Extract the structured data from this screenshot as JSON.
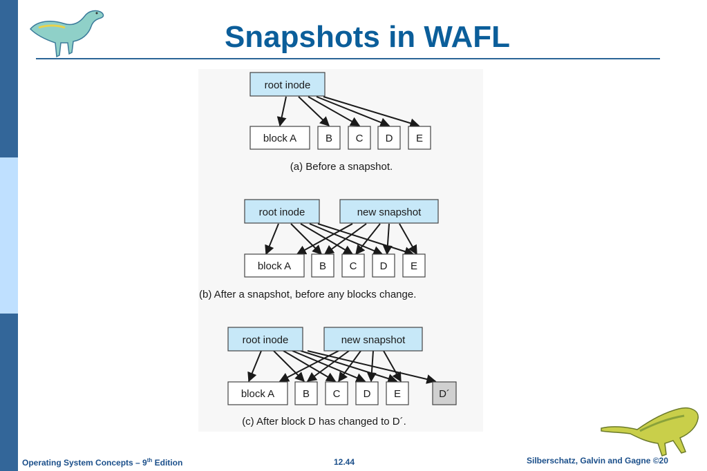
{
  "slide": {
    "title": "Snapshots in WAFL"
  },
  "footer": {
    "left_pre": "Operating System Concepts  – 9",
    "left_sup": "th",
    "left_post": " Edition",
    "center": "12.44",
    "right": "Silberschatz, Galvin and Gagne ©20"
  },
  "panels": [
    {
      "caption": "(a) Before a snapshot.",
      "root": "root inode",
      "blocks": [
        "block A",
        "B",
        "C",
        "D",
        "E"
      ]
    },
    {
      "caption": "(b) After a snapshot, before any blocks change.",
      "root": "root inode",
      "snapshot": "new snapshot",
      "blocks": [
        "block A",
        "B",
        "C",
        "D",
        "E"
      ]
    },
    {
      "caption": "(c) After block D has changed to D´.",
      "root": "root inode",
      "snapshot": "new snapshot",
      "blocks": [
        "block A",
        "B",
        "C",
        "D",
        "E"
      ],
      "changed_block": "D´"
    }
  ],
  "colors": {
    "title": "#0b5e9a",
    "sidebar": "#336699",
    "inode_fill": "#c7e8f8",
    "changed_fill": "#d0d0d0"
  }
}
